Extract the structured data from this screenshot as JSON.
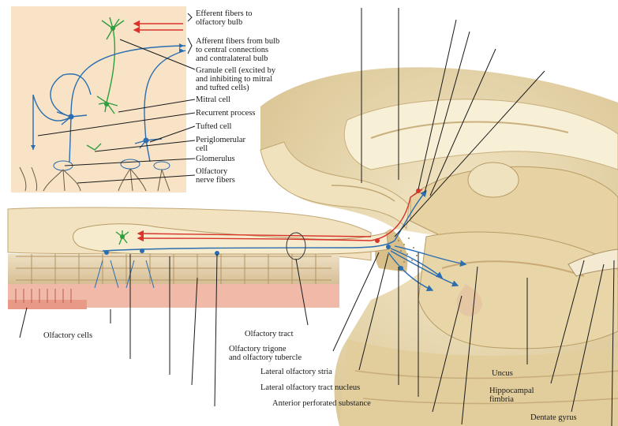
{
  "inset": {
    "efferent": "Efferent fibers to\nolfactory bulb",
    "afferent": "Afferent fibers from bulb\nto central connections\nand contralateral bulb",
    "granule": "Granule cell (excited by\nand inhibiting to mitral\nand tufted cells)",
    "mitral": "Mitral cell",
    "recurrent": "Recurrent process",
    "tufted": "Tufted cell",
    "periglomerular": "Periglomerular\ncell",
    "glomerulus": "Glomerulus",
    "nerve_fibers": "Olfactory\nnerve fibers"
  },
  "main": {
    "olfactory_cells": "Olfactory cells",
    "olfactory_tract": "Olfactory tract",
    "trigone": "Olfactory trigone\nand olfactory tubercle",
    "lateral_stria": "Lateral olfactory stria",
    "tract_nucleus": "Lateral olfactory tract nucleus",
    "perforated": "Anterior perforated substance",
    "uncus": "Uncus",
    "fimbria": "Hippocampal\nfimbria",
    "dentate": "Dentate gyrus"
  },
  "colors": {
    "efferent_fiber": "#d9342b",
    "afferent_fiber": "#2a6db0",
    "granule_cell": "#2e9e3e",
    "inset_bg": "#f8e3c6",
    "brain_tissue": "#ecdcb4",
    "mucosa": "#f0b9a8"
  }
}
